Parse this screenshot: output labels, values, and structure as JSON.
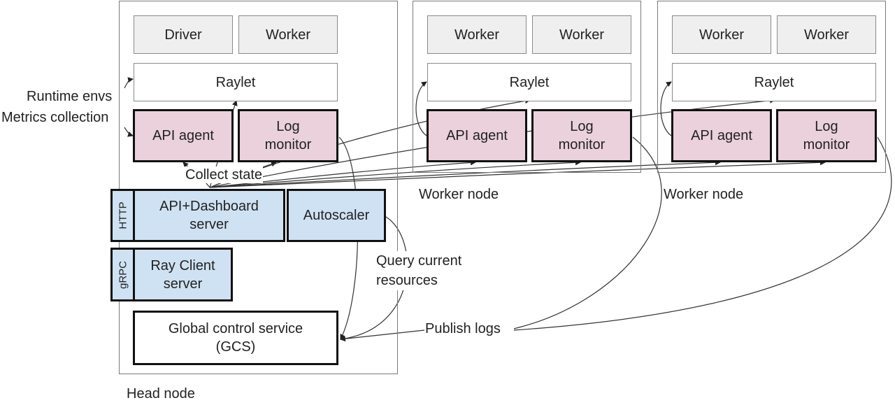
{
  "head_node": {
    "label": "Head node",
    "driver": "Driver",
    "worker": "Worker",
    "raylet": "Raylet",
    "api_agent": "API agent",
    "log_monitor": "Log\nmonitor",
    "dashboard_server": "API+Dashboard\nserver",
    "http_tab": "HTTP",
    "autoscaler": "Autoscaler",
    "grpc_tab": "gRPC",
    "ray_client_server": "Ray Client\nserver",
    "gcs": "Global control service\n(GCS)"
  },
  "worker_nodes": [
    {
      "label": "Worker node",
      "workers": [
        "Worker",
        "Worker"
      ],
      "raylet": "Raylet",
      "api_agent": "API agent",
      "log_monitor": "Log\nmonitor"
    },
    {
      "label": "Worker node",
      "workers": [
        "Worker",
        "Worker"
      ],
      "raylet": "Raylet",
      "api_agent": "API agent",
      "log_monitor": "Log\nmonitor"
    }
  ],
  "annotations": {
    "runtime_envs": "Runtime envs",
    "metrics_collection": "Metrics collection",
    "collect_state": "Collect state",
    "query_current_resources": "Query current\nresources",
    "publish_logs": "Publish logs"
  },
  "colors": {
    "agent_fill": "#ead1dc",
    "server_fill": "#cfe2f3",
    "worker_fill": "#efefef",
    "container_border": "#7a7a7a"
  }
}
